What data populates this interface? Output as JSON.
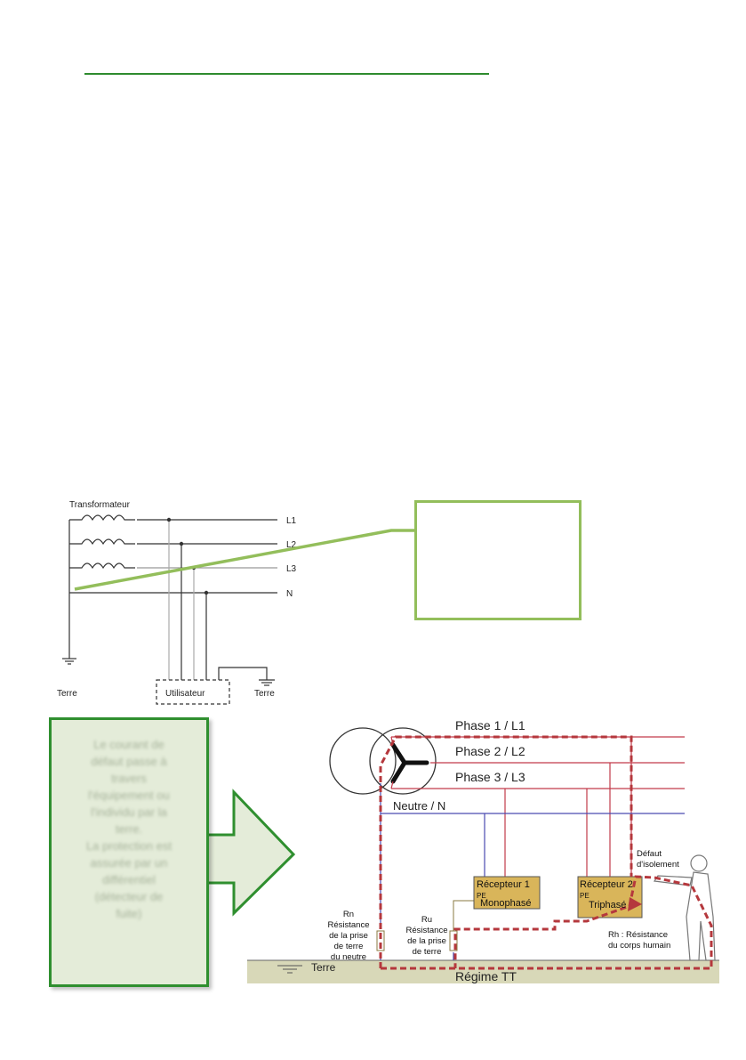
{
  "diagram_top": {
    "transformer_label": "Transformateur",
    "line_labels": [
      "L1",
      "L2",
      "L3",
      "N"
    ],
    "earth_left": "Terre",
    "user_label": "Utilisateur",
    "earth_right": "Terre"
  },
  "note": {
    "text": "Le courant de\ndéfaut passe à\ntravers\nl'équipement ou\nl'individu par la\nterre.\nLa protection est\nassurée par un\ndifférentiel\n(détecteur de\nfuite)"
  },
  "diagram_tt": {
    "phase1": "Phase 1 / L1",
    "phase2": "Phase 2 / L2",
    "phase3": "Phase 3 / L3",
    "neutral": "Neutre / N",
    "receiver1_title": "Récepteur 1",
    "receiver1_pe": "PE",
    "receiver1_type": "Monophasé",
    "receiver2_title": "Récepteur 2",
    "receiver2_pe": "PE",
    "receiver2_type": "Triphasé",
    "fault_line1": "Défaut",
    "fault_line2": "d'isolement",
    "rn_lines": [
      "Rn",
      "Résistance",
      "de la prise",
      "de terre",
      "du neutre"
    ],
    "ru_lines": [
      "Ru",
      "Résistance",
      "de la prise",
      "de terre"
    ],
    "rh_line1": "Rh : Résistance",
    "rh_line2": "du corps humain",
    "earth": "Terre",
    "regime": "Régime TT"
  },
  "colors": {
    "title_rule": "#2e8b2e",
    "callout_border": "#93be5b",
    "phase": "#c23a4a",
    "neutral": "#4a4ab0",
    "fault_loop": "#b5383d",
    "receiver_fill": "#d9b55a"
  }
}
